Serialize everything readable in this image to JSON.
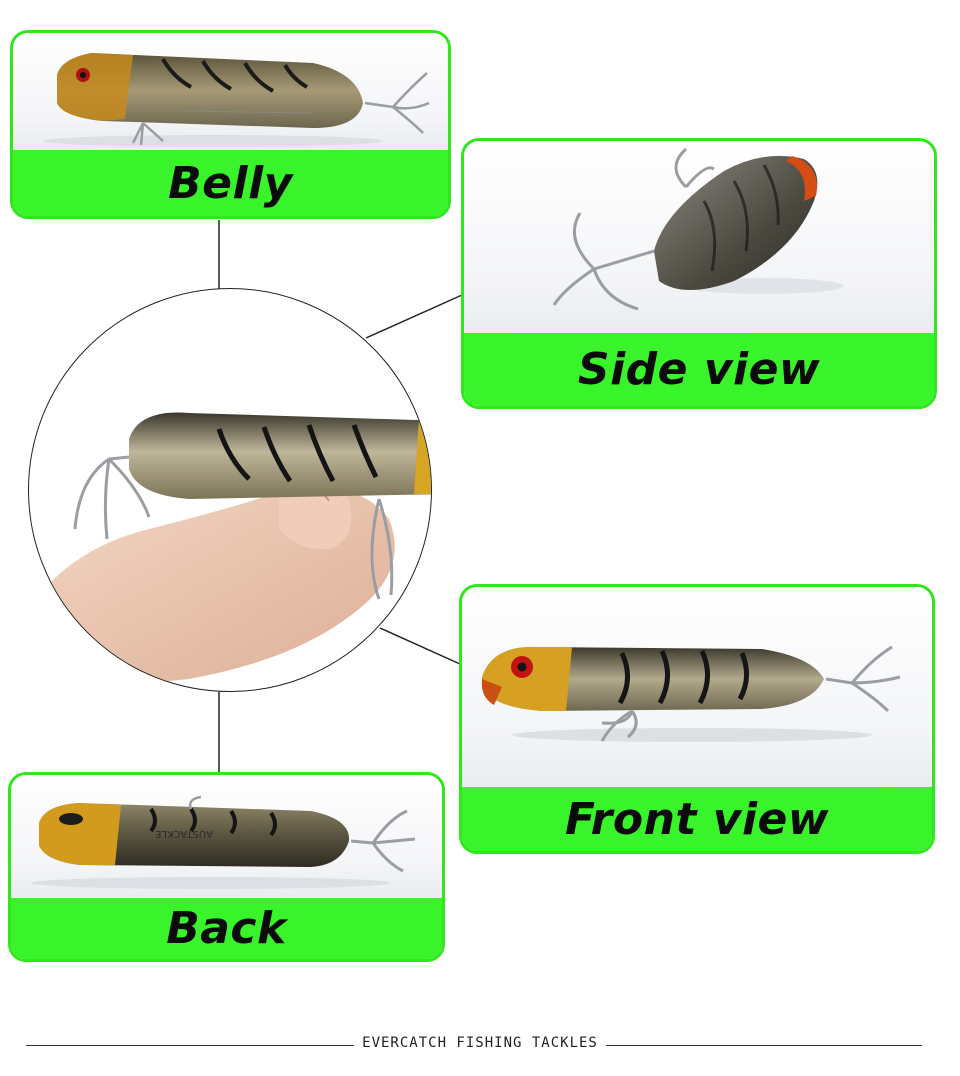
{
  "views": {
    "belly": {
      "label": "Belly"
    },
    "side": {
      "label": "Side view"
    },
    "front": {
      "label": "Front view"
    },
    "back": {
      "label": "Back"
    }
  },
  "lure": {
    "brand_print": "AUSTACKLE",
    "colors": {
      "body_dark": "#2b2a22",
      "body_mid": "#8d8668",
      "head_yellow": "#d8a21a",
      "eye_red": "#d11414",
      "stripe": "#151515"
    }
  },
  "accent_color": "#39f42a",
  "footer": {
    "brand": "EVERCATCH FISHING TACKLES"
  }
}
